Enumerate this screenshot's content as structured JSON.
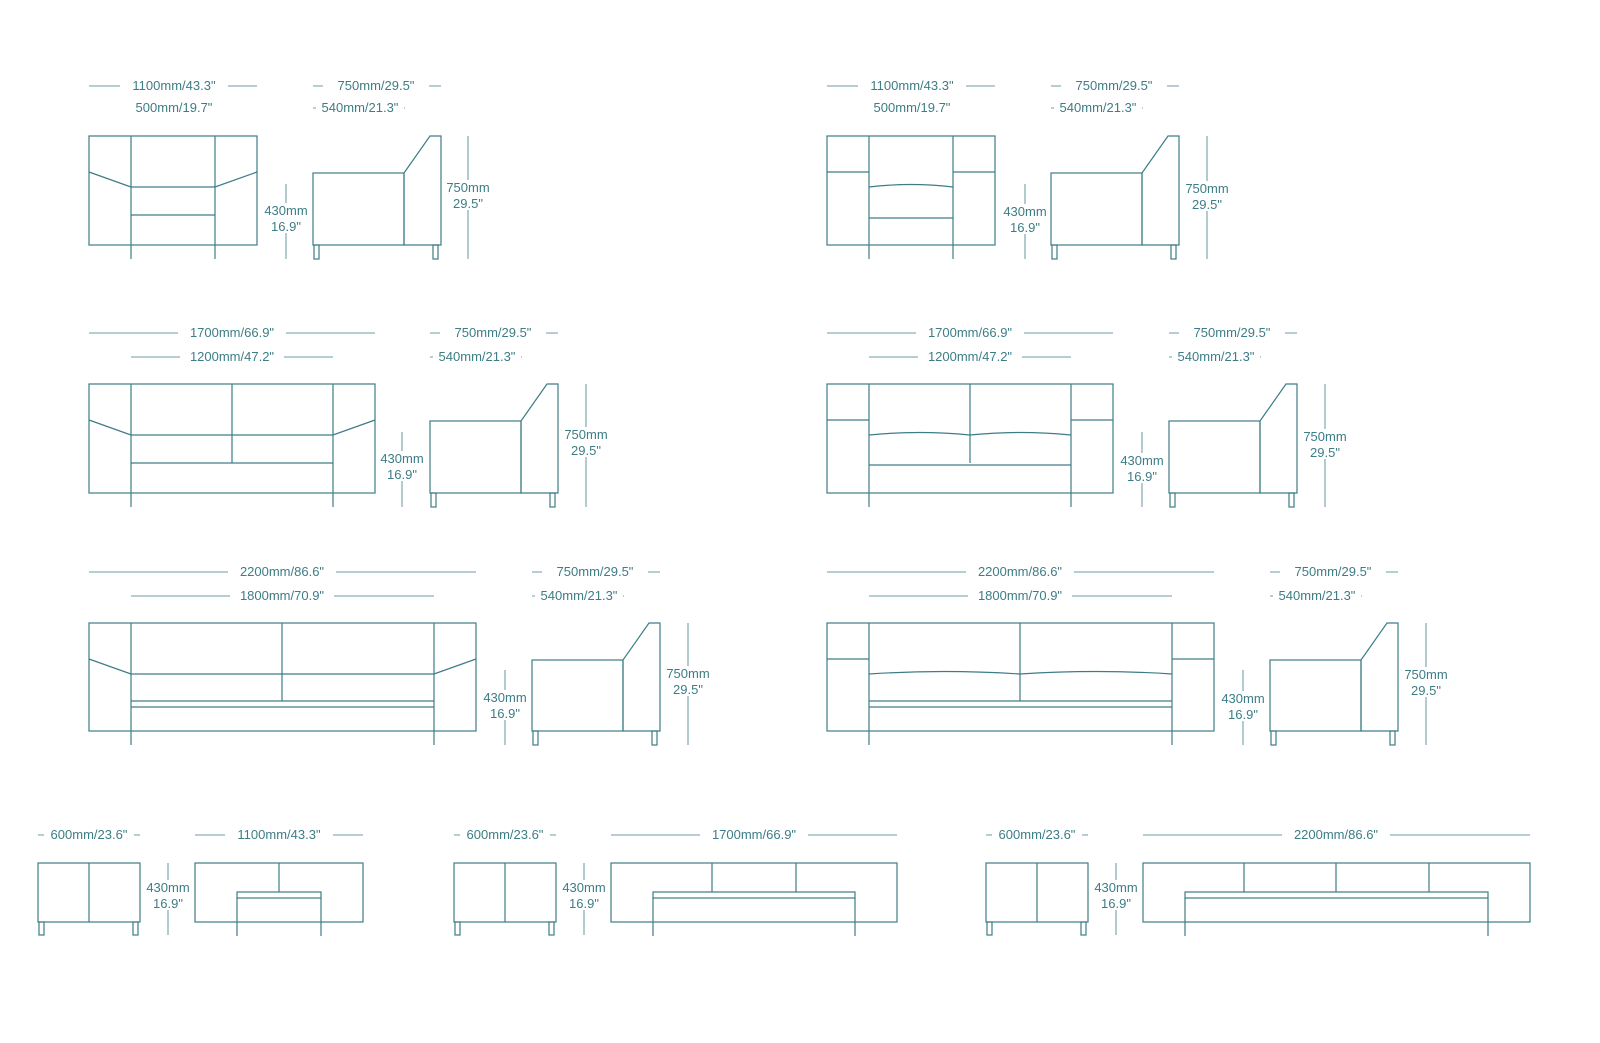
{
  "palette": {
    "line": "#3d7d86",
    "background": "#ffffff"
  },
  "rows": [
    {
      "models": [
        {
          "front": {
            "width": "1100mm/43.3\"",
            "seat_width": "500mm/19.7\""
          },
          "side": {
            "depth": "750mm/29.5\"",
            "seat_depth": "540mm/21.3\"",
            "seat_height_mm": "430mm",
            "seat_height_in": "16.9\"",
            "height_mm": "750mm",
            "height_in": "29.5\""
          }
        },
        {
          "front": {
            "width": "1100mm/43.3\"",
            "seat_width": "500mm/19.7\""
          },
          "side": {
            "depth": "750mm/29.5\"",
            "seat_depth": "540mm/21.3\"",
            "seat_height_mm": "430mm",
            "seat_height_in": "16.9\"",
            "height_mm": "750mm",
            "height_in": "29.5\""
          }
        }
      ]
    },
    {
      "models": [
        {
          "front": {
            "width": "1700mm/66.9\"",
            "seat_width": "1200mm/47.2\""
          },
          "side": {
            "depth": "750mm/29.5\"",
            "seat_depth": "540mm/21.3\"",
            "seat_height_mm": "430mm",
            "seat_height_in": "16.9\"",
            "height_mm": "750mm",
            "height_in": "29.5\""
          }
        },
        {
          "front": {
            "width": "1700mm/66.9\"",
            "seat_width": "1200mm/47.2\""
          },
          "side": {
            "depth": "750mm/29.5\"",
            "seat_depth": "540mm/21.3\"",
            "seat_height_mm": "430mm",
            "seat_height_in": "16.9\"",
            "height_mm": "750mm",
            "height_in": "29.5\""
          }
        }
      ]
    },
    {
      "models": [
        {
          "front": {
            "width": "2200mm/86.6\"",
            "seat_width": "1800mm/70.9\""
          },
          "side": {
            "depth": "750mm/29.5\"",
            "seat_depth": "540mm/21.3\"",
            "seat_height_mm": "430mm",
            "seat_height_in": "16.9\"",
            "height_mm": "750mm",
            "height_in": "29.5\""
          }
        },
        {
          "front": {
            "width": "2200mm/86.6\"",
            "seat_width": "1800mm/70.9\""
          },
          "side": {
            "depth": "750mm/29.5\"",
            "seat_depth": "540mm/21.3\"",
            "seat_height_mm": "430mm",
            "seat_height_in": "16.9\"",
            "height_mm": "750mm",
            "height_in": "29.5\""
          }
        }
      ]
    }
  ],
  "benches": [
    {
      "depth": "600mm/23.6\"",
      "height_mm": "430mm",
      "height_in": "16.9\"",
      "width": "1100mm/43.3\""
    },
    {
      "depth": "600mm/23.6\"",
      "height_mm": "430mm",
      "height_in": "16.9\"",
      "width": "1700mm/66.9\""
    },
    {
      "depth": "600mm/23.6\"",
      "height_mm": "430mm",
      "height_in": "16.9\"",
      "width": "2200mm/86.6\""
    }
  ]
}
